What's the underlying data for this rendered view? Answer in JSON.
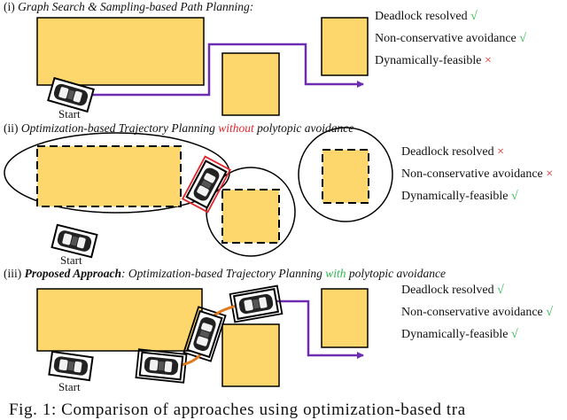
{
  "panels": [
    {
      "title_prefix": "(i) ",
      "title_italic": "Graph Search & Sampling-based Path Planning:",
      "properties": [
        {
          "label": "Deadlock resolved",
          "mark": "√"
        },
        {
          "label": "Non-conservative avoidance",
          "mark": "√"
        },
        {
          "label": "Dynamically-feasible",
          "mark": "×"
        }
      ],
      "start_label": "Start"
    },
    {
      "title_prefix": "(ii) ",
      "title_italic_a": "Optimization-based Trajectory Planning ",
      "title_highlight": "without",
      "title_italic_b": " polytopic avoidance",
      "properties": [
        {
          "label": "Deadlock resolved",
          "mark": "×"
        },
        {
          "label": "Non-conservative avoidance",
          "mark": "×"
        },
        {
          "label": "Dynamically-feasible",
          "mark": "√"
        }
      ],
      "start_label": "Start"
    },
    {
      "title_prefix": "(iii) ",
      "title_bold": "Proposed Approach",
      "title_italic_a": ": Optimization-based Trajectory Planning ",
      "title_highlight": "with",
      "title_italic_b": " polytopic avoidance",
      "properties": [
        {
          "label": "Deadlock resolved",
          "mark": "√"
        },
        {
          "label": "Non-conservative avoidance",
          "mark": "√"
        },
        {
          "label": "Dynamically-feasible",
          "mark": "√"
        }
      ],
      "start_label": "Start"
    }
  ],
  "caption": "Fig. 1: Comparison of approaches using optimization-based tra",
  "colors": {
    "obstacle": "#FDD76B",
    "path": "#6E2CB0",
    "trajectory": "#E07A1F",
    "check": "#2DB84C",
    "cross": "#E0262B",
    "without": "#E0262B",
    "with": "#2DB84C"
  }
}
